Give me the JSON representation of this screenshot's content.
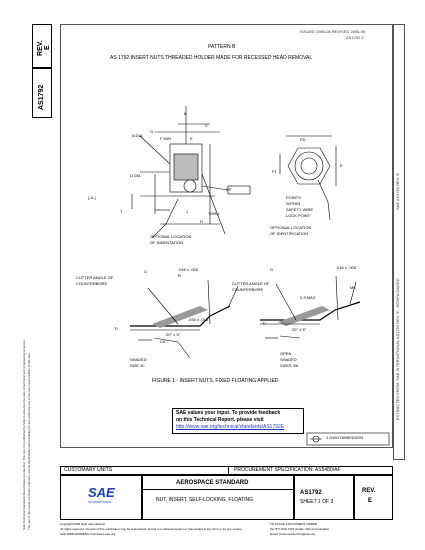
{
  "header": {
    "top_right_1": "ISSUED 1983-06 REVISED 2006-05",
    "top_right_2": "AS1792 E",
    "title_line_1": "PATTERN B",
    "title_line_2": "AS 1792 INSERT NUTS THREADED HOLDER MADE FOR RECESSED HEAD REMOVAL"
  },
  "left_rail": {
    "rev_label": "REV.",
    "rev_value": "E",
    "doc_number": "AS1792",
    "legal_text_1": "SAE Technical Standards Board Rules provide that: This report is published by SAE to advance the state of technical and engineering sciences.",
    "legal_text_2": "The use of this report is entirely voluntary, and its applicability and suitability for any particular use is the sole responsibility of the user."
  },
  "right_rail": {
    "text": "EXTRACTED FROM: SAE INTERNATIONAL AS1792 REV. E - DOWNLOADED",
    "text_2": "SAE AS1792 REV. E"
  },
  "drawing": {
    "labels": {
      "b1": "B",
      "c1": "C",
      "e_top": "E",
      "dia_a": "A DIA",
      "g_gap": "G",
      "f_min": "F MIN",
      "datum_a": "-A-",
      "datum_label": "[-A-]",
      "dia_d": "D DIA",
      "t_label": "T",
      "j_label": "J",
      "h_label": "H",
      "kp": "KP",
      "thru": "THRU",
      "optional_location_1": "OPTIONAL LOCATION",
      "optional_location_2": "OF INDENTATION",
      "fd_top": "FD",
      "f1": "F1",
      "e_right": "E",
      "points_note_1": "POINTS",
      "points_note_2": "WITHIN",
      "points_note_3": "SAFETY WIRE",
      "points_note_4": "LOCK POINT",
      "optional_location_r1": "OPTIONAL LOCATION",
      "optional_location_r2": "OF IDENTIFICATION",
      "det_left_note_1": "CUTTER ANGLE OF",
      "det_left_note_2": "COUNTERBORE",
      "det_left_g": "G",
      "det_left_dim": ".016 ± .005",
      "det_left_dim2": "R",
      "det_left_045": ".045 ± .015",
      "det_left_ti": "TI",
      "det_left_20": "20° ± 5°",
      "det_left_shaded": "SHADED",
      "det_left_size": "SIZE 10",
      "det_left_ca": "CA",
      "det_right_note_1": "CUTTER ANGLE OF",
      "det_right_note_2": "COUNTERBORE",
      "det_right_g": "G",
      "det_right_dim": ".016 ± .005",
      "det_right_ti": "TI",
      "det_right_20": "20° ± 5°",
      "det_right_size1": "OPEN",
      "det_right_shaded": "SHADED",
      "det_right_size": "SIZES 3/8",
      "det_right_0": "0.3 MAX",
      "det_right_mk": "MK",
      "figure_caption": "FIGURE 1 - INSERT NUTS, FIXED FLOATING APPLIED"
    }
  },
  "feedback_box": {
    "line_1": "SAE values your input. To provide feedback",
    "line_2": "on this Technical Report, please visit",
    "link": "http://www.sae.org/technical/standards/AS1792E"
  },
  "scale_box": {
    "text": "1 DWG DIMENSION"
  },
  "title_block": {
    "customary": "CUSTOMARY UNITS",
    "procurement": "PROCUREMENT SPECIFICATION: AS5480/AF",
    "aerospace_standard": "AEROSPACE STANDARD",
    "part_title": "NUT, INSERT, SELF-LOCKING, FLOATING",
    "doc_number": "AS1792",
    "sheet": "SHEET 1 OF 3",
    "rev_label": "REV.",
    "rev_value": "E",
    "sae_logo_text": "SAE",
    "sae_logo_sub": "INTERNATIONAL"
  },
  "footer": {
    "line_1": "Copyright 2006 SAE International",
    "line_2": "All rights reserved. No part of this publication may be reproduced, stored in a retrieval system or transmitted in any form or by any means.",
    "line_3": "TO PLACE A DOCUMENT ORDER:",
    "line_4": "Tel: 877-606-7323 (inside USA and Canada)",
    "line_5": "Email: CustomerService@sae.org",
    "line_6": "SAE WEB ADDRESS: http://www.sae.org"
  }
}
